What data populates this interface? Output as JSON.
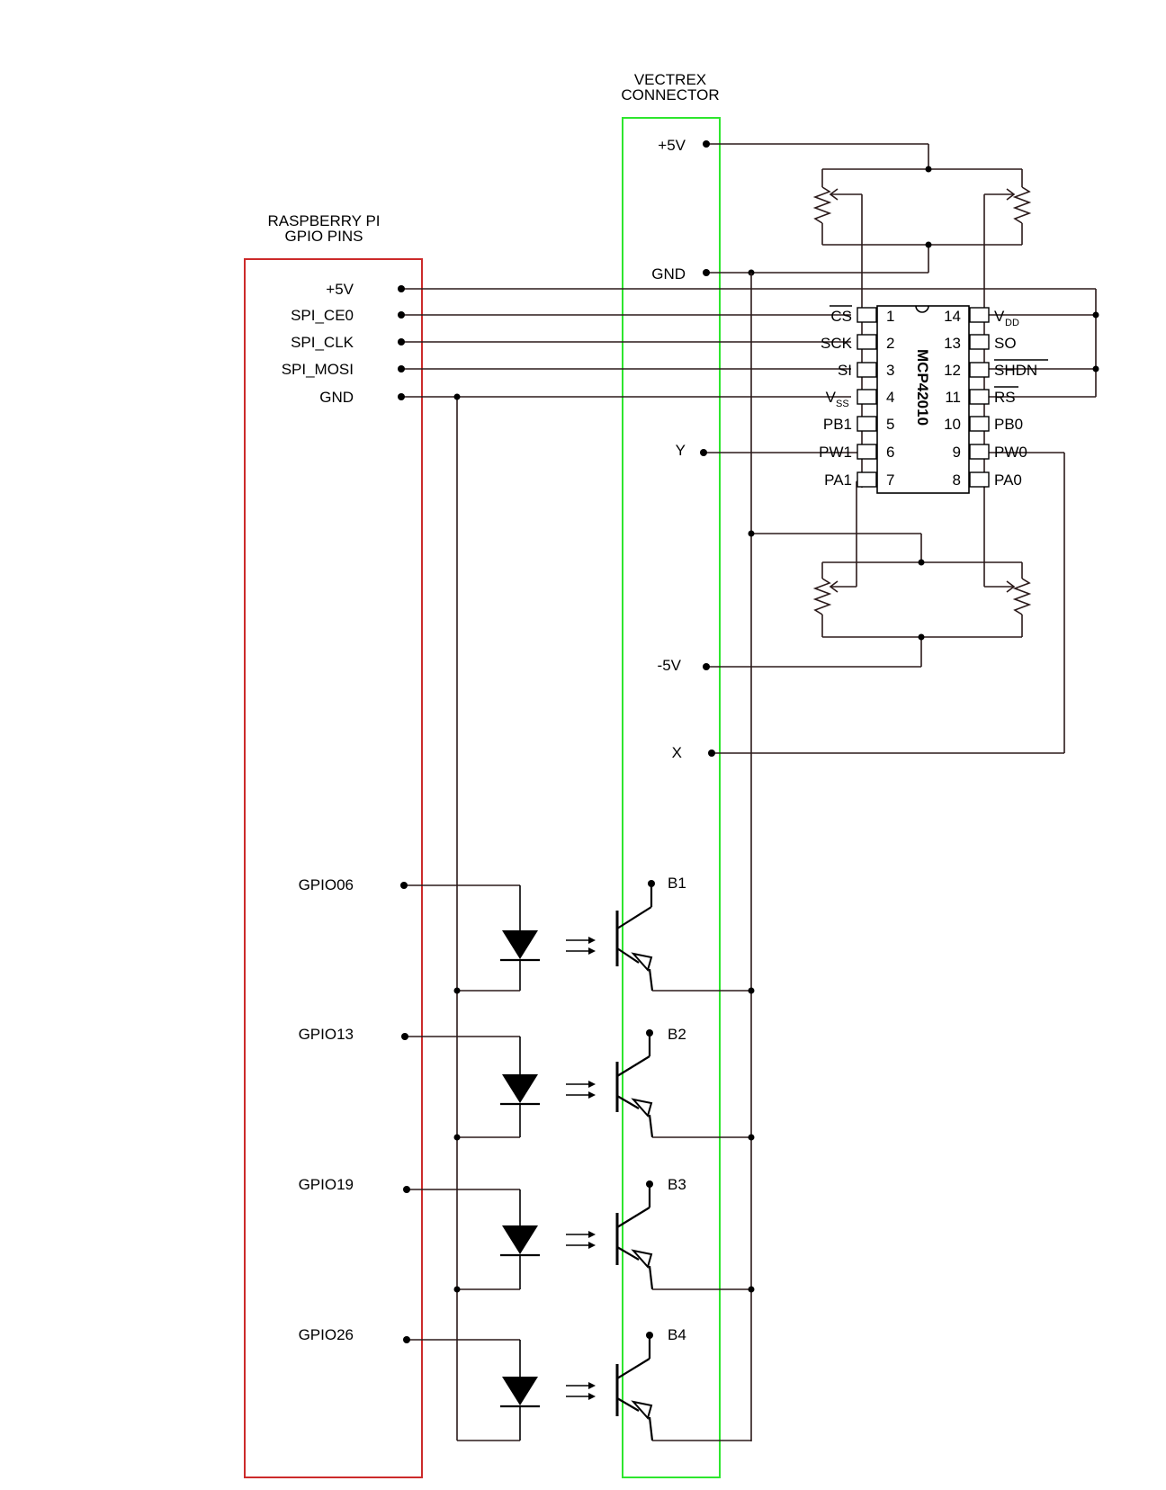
{
  "rpi": {
    "title_line1": "RASPBERRY PI",
    "title_line2": "GPIO PINS",
    "pins": [
      "+5V",
      "SPI_CE0",
      "SPI_CLK",
      "SPI_MOSI",
      "GND"
    ],
    "gpio": [
      "GPIO06",
      "GPIO13",
      "GPIO19",
      "GPIO26"
    ],
    "border_color": "#cc2a2a"
  },
  "vectrex": {
    "title_line1": "VECTREX",
    "title_line2": "CONNECTOR",
    "pins": [
      "+5V",
      "GND",
      "Y",
      "-5V",
      "X"
    ],
    "buttons": [
      "B1",
      "B2",
      "B3",
      "B4"
    ],
    "border_color": "#2ee62e"
  },
  "chip": {
    "name": "MCP42010",
    "left_pins": [
      {
        "num": "1",
        "label": "CS"
      },
      {
        "num": "2",
        "label": "SCK"
      },
      {
        "num": "3",
        "label": "SI"
      },
      {
        "num": "4",
        "label": "V",
        "sub": "SS"
      },
      {
        "num": "5",
        "label": "PB1"
      },
      {
        "num": "6",
        "label": "PW1"
      },
      {
        "num": "7",
        "label": "PA1"
      }
    ],
    "right_pins": [
      {
        "num": "14",
        "label": "V",
        "sub": "DD"
      },
      {
        "num": "13",
        "label": "SO"
      },
      {
        "num": "12",
        "label": "SHDN"
      },
      {
        "num": "11",
        "label": "RS"
      },
      {
        "num": "10",
        "label": "PB0"
      },
      {
        "num": "9",
        "label": "PW0"
      },
      {
        "num": "8",
        "label": "PA0"
      }
    ]
  },
  "icons": [
    "potentiometer-icon",
    "led-icon",
    "phototransistor-icon"
  ]
}
